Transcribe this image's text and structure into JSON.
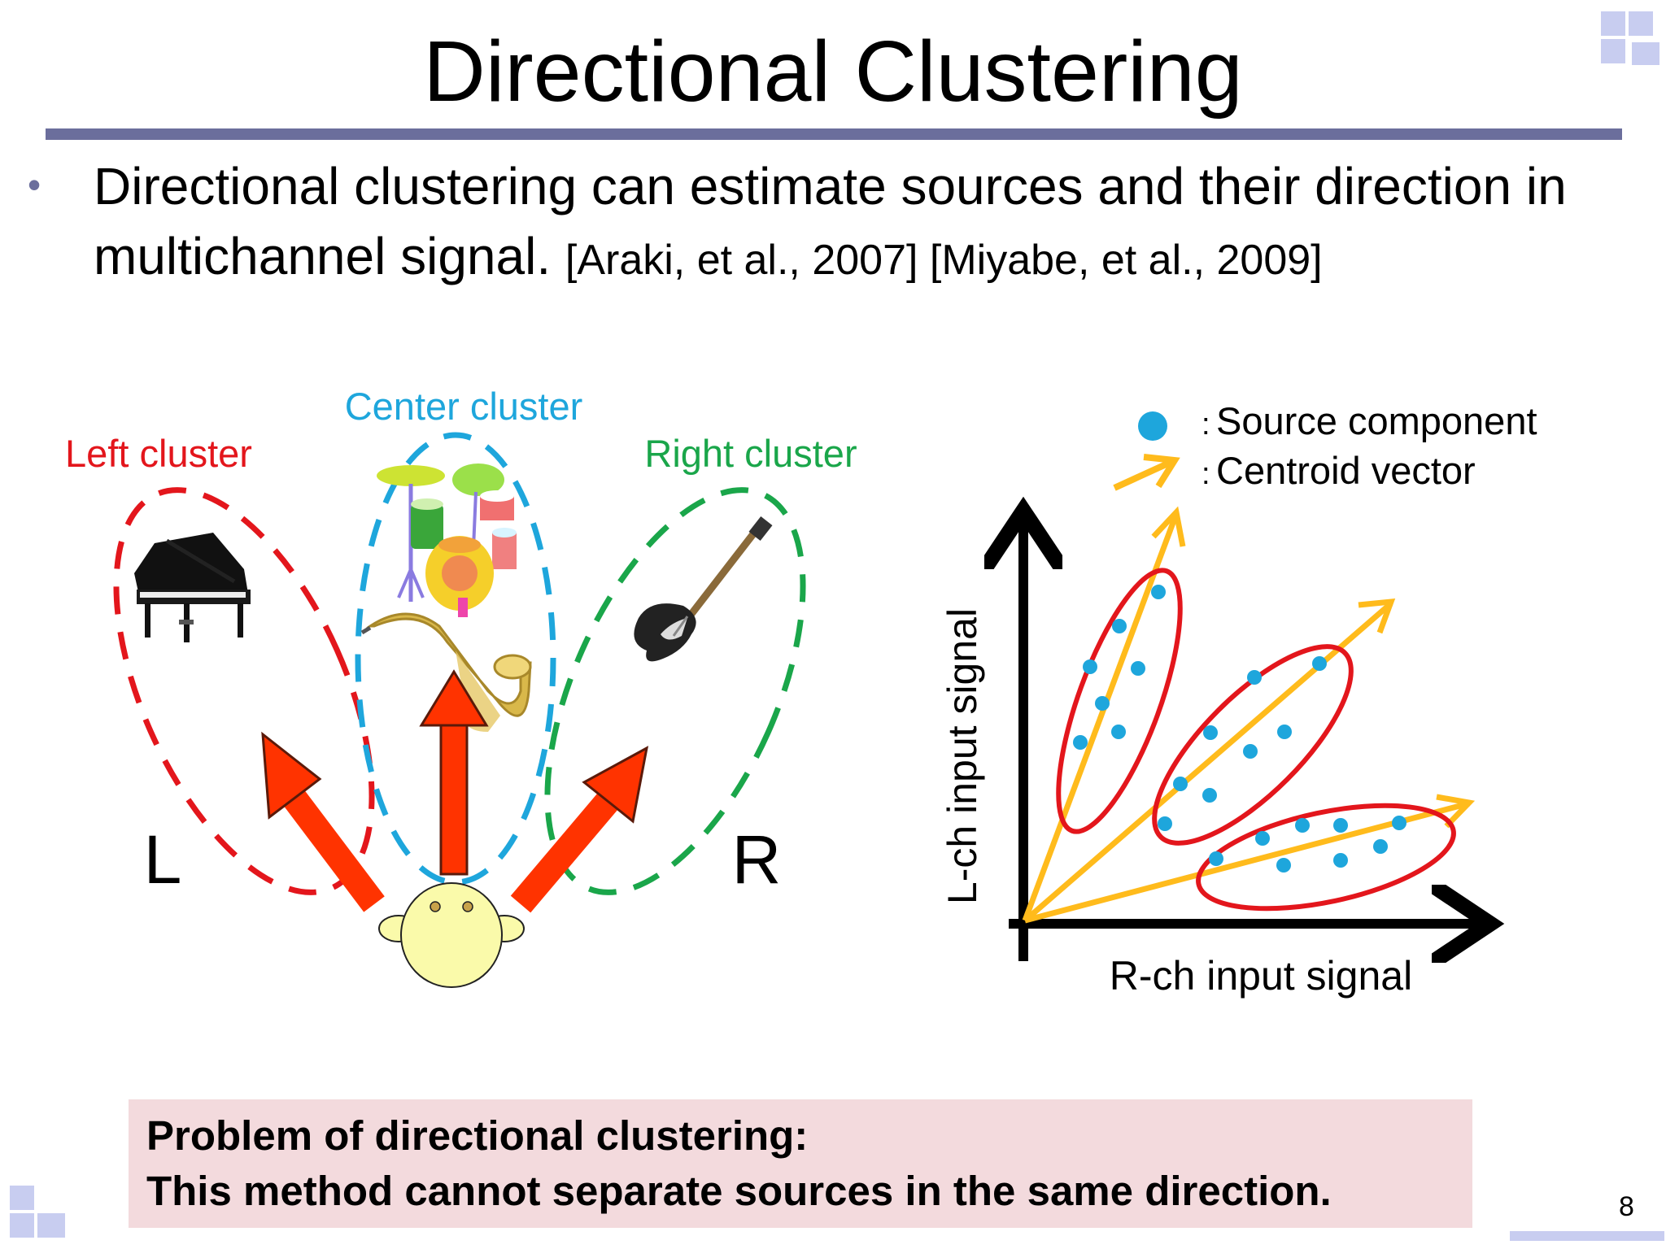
{
  "slide": {
    "title": "Directional Clustering",
    "bullet_main": "Directional clustering can estimate sources and their direction in multichannel signal.",
    "bullet_citation": "[Araki, et al., 2007] [Miyabe, et al., 2009]",
    "page_number": "8"
  },
  "left_diagram": {
    "center_label": "Center cluster",
    "left_label": "Left cluster",
    "right_label": "Right cluster",
    "channel_left": "L",
    "channel_right": "R",
    "colors": {
      "left": "#e3161c",
      "center": "#1ea6dc",
      "right": "#1aa64a",
      "arrow": "#ff3300",
      "listener": "#fafaaa"
    }
  },
  "right_diagram": {
    "legend_source_mark": ":",
    "legend_source": "Source component",
    "legend_centroid_mark": ":",
    "legend_centroid": "Centroid vector",
    "y_axis_label": "L-ch input signal",
    "x_axis_label": "R-ch input signal",
    "colors": {
      "dot": "#1ea6dc",
      "vector": "#ffbb1c",
      "ellipse": "#e3161c",
      "axis": "#000000"
    }
  },
  "problem": {
    "line1": "Problem of directional clustering:",
    "line2": "This method cannot separate sources in the same direction."
  }
}
